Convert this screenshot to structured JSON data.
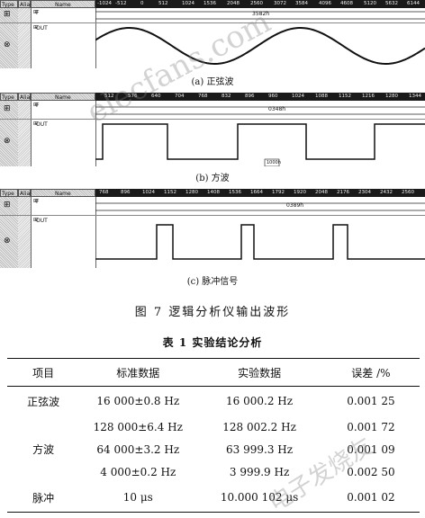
{
  "header": {
    "type": "Type",
    "alias": "Alias",
    "name": "Name"
  },
  "panels": [
    {
      "scale_ticks": [
        "-1024",
        "-512",
        "0",
        "512",
        "1024",
        "1536",
        "2048",
        "2560",
        "3072",
        "3584",
        "4096",
        "4608",
        "5120",
        "5632",
        "6144"
      ],
      "row1_name": "F",
      "row1_value": "3582h",
      "row2_name": "OUT",
      "caption": "(a)  正弦波"
    },
    {
      "scale_ticks": [
        "512",
        "576",
        "640",
        "704",
        "768",
        "832",
        "896",
        "960",
        "1024",
        "1088",
        "1152",
        "1216",
        "1280",
        "1344"
      ],
      "row1_name": "F",
      "row1_value": "0348h",
      "row2_name": "OUT",
      "marker": "1000h",
      "caption": "(b)  方波"
    },
    {
      "scale_ticks": [
        "768",
        "896",
        "1024",
        "1152",
        "1280",
        "1408",
        "1536",
        "1664",
        "1792",
        "1920",
        "2048",
        "2176",
        "2304",
        "2432",
        "2560"
      ],
      "row1_name": "F",
      "row1_value": "0389h",
      "row2_name": "OUT",
      "caption": "(c)  脉冲信号"
    }
  ],
  "figure_title": "图 7   逻辑分析仪输出波形",
  "table_title": "表 1   实验结论分析",
  "table": {
    "headers": [
      "项目",
      "标准数据",
      "实验数据",
      "误差 /%"
    ],
    "rows": [
      {
        "item": "正弦波",
        "standard": "16 000±0.8 Hz",
        "measured": "16 000.2 Hz",
        "error": "0.001 25"
      },
      {
        "item": "方波",
        "standard": "128 000±6.4 Hz",
        "measured": "128 002.2 Hz",
        "error": "0.001 72"
      },
      {
        "item": "",
        "standard": "64 000±3.2 Hz",
        "measured": "63 999.3 Hz",
        "error": "0.001 09"
      },
      {
        "item": "",
        "standard": "4 000±0.2 Hz",
        "measured": "3 999.9 Hz",
        "error": "0.002 50"
      },
      {
        "item": "脉冲",
        "standard": "10 μs",
        "measured": "10.000 102 μs",
        "error": "0.001 02"
      }
    ]
  },
  "watermarks": [
    "elecfans.com",
    "电子发烧友"
  ]
}
